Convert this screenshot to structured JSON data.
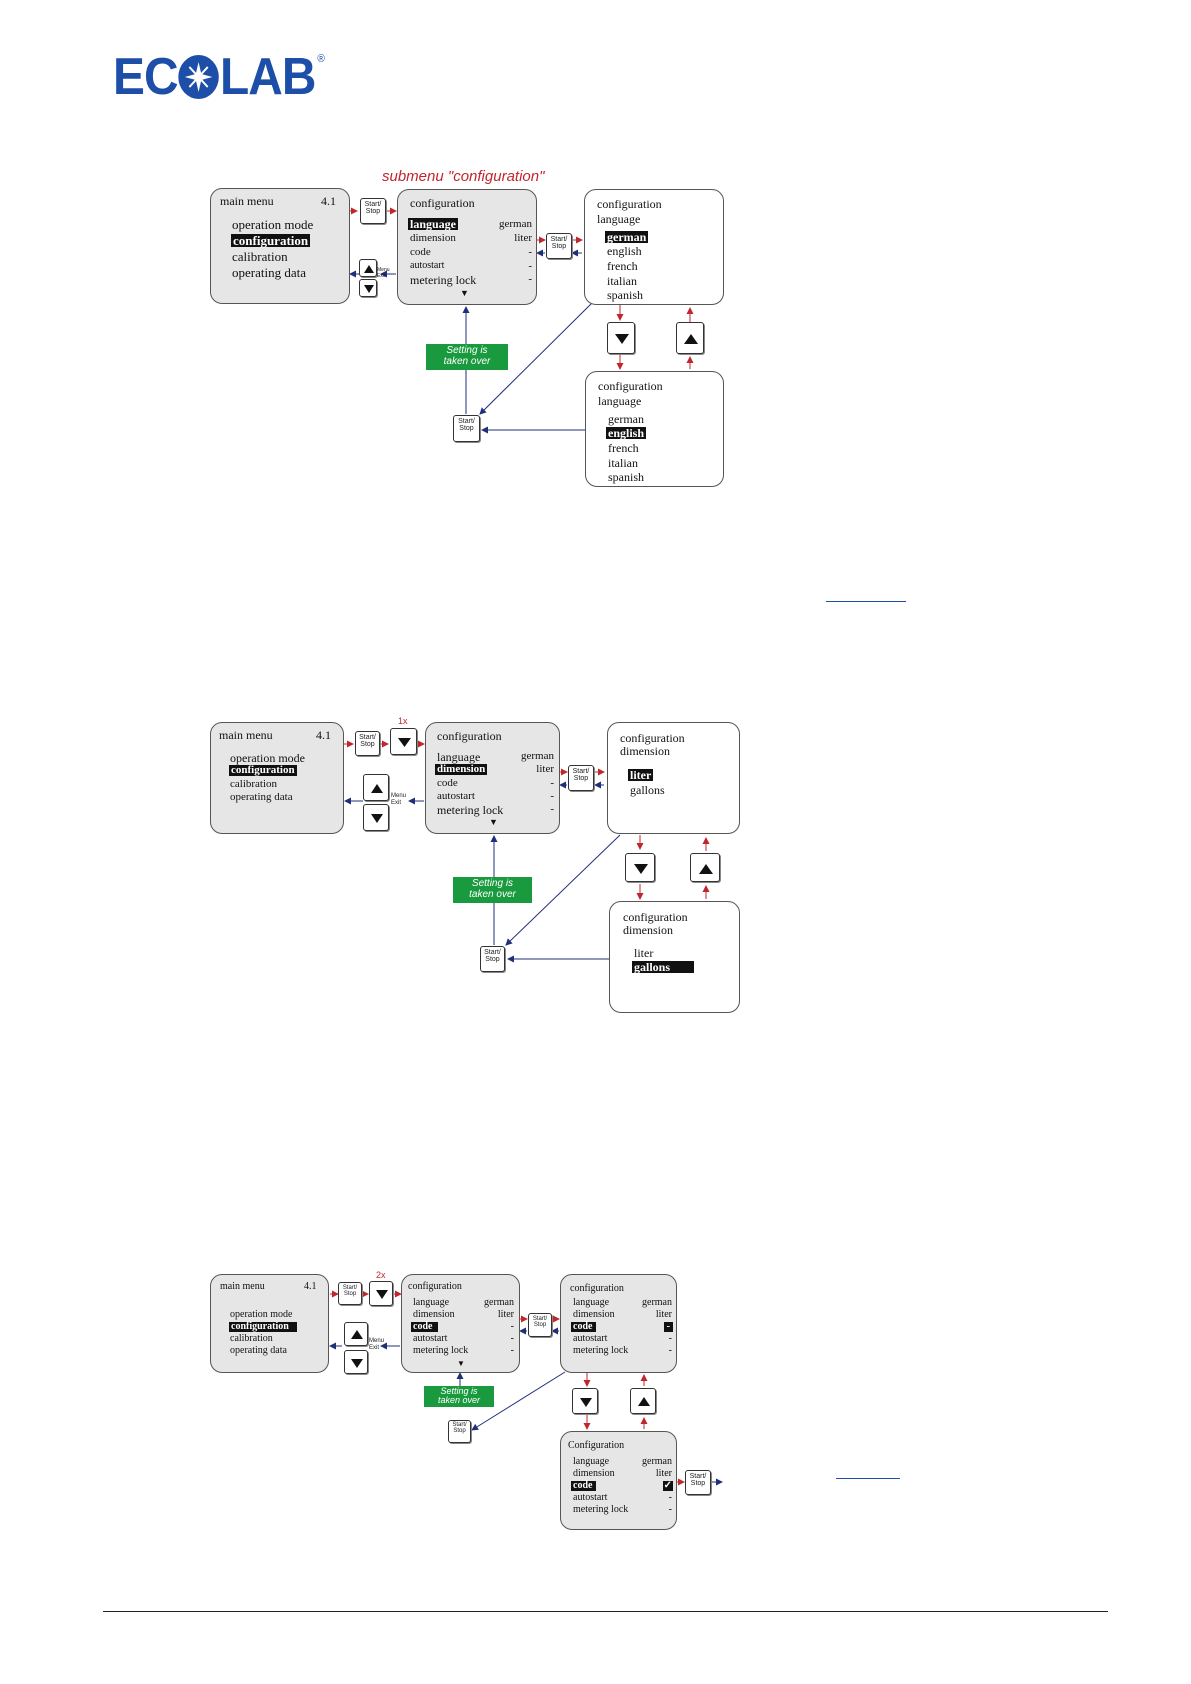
{
  "logo": {
    "text_left": "EC",
    "text_right": "LAB",
    "reg": "®"
  },
  "d1": {
    "title": "submenu \"configuration\"",
    "main": {
      "title": "main menu",
      "num": "4.1",
      "items": [
        "operation mode",
        "configuration",
        "calibration",
        "operating data"
      ]
    },
    "config": {
      "title": "configuration",
      "rows": [
        [
          "language",
          "german"
        ],
        [
          "dimension",
          "liter"
        ],
        [
          "code",
          "-"
        ],
        [
          "autostart",
          "-"
        ],
        [
          "metering lock",
          "-"
        ]
      ],
      "more": "▼"
    },
    "lang1": {
      "title": "configuration",
      "subtitle": "language",
      "items": [
        "german",
        "english",
        "french",
        "italian",
        "spanish"
      ]
    },
    "lang2": {
      "title": "configuration",
      "subtitle": "language",
      "items": [
        "german",
        "english",
        "french",
        "italian",
        "spanish"
      ]
    },
    "green": [
      "Setting is",
      "taken over"
    ]
  },
  "d2": {
    "count": "1x",
    "main": {
      "title": "main menu",
      "num": "4.1",
      "items": [
        "operation mode",
        "configuration",
        "calibration",
        "operating data"
      ]
    },
    "config": {
      "title": "configuration",
      "rows": [
        [
          "language",
          "german"
        ],
        [
          "dimension",
          "liter"
        ],
        [
          "code",
          "-"
        ],
        [
          "autostart",
          "-"
        ],
        [
          "metering lock",
          "-"
        ]
      ],
      "more": "▼"
    },
    "dim1": {
      "title": "configuration",
      "subtitle": "dimension",
      "items": [
        "liter",
        "gallons"
      ]
    },
    "dim2": {
      "title": "configuration",
      "subtitle": "dimension",
      "items": [
        "liter",
        "gallons"
      ]
    },
    "green": [
      "Setting is",
      "taken over"
    ]
  },
  "d3": {
    "count": "2x",
    "main": {
      "title": "main menu",
      "num": "4.1",
      "items": [
        "operation mode",
        "configuration",
        "calibration",
        "operating data"
      ]
    },
    "config": {
      "title": "configuration",
      "rows": [
        [
          "language",
          "german"
        ],
        [
          "dimension",
          "liter"
        ],
        [
          "code",
          "-"
        ],
        [
          "autostart",
          "-"
        ],
        [
          "metering lock",
          "-"
        ]
      ],
      "more": "▼"
    },
    "code1": {
      "title": "configuration",
      "rows": [
        [
          "language",
          "german"
        ],
        [
          "dimension",
          "liter"
        ],
        [
          "code",
          "-"
        ],
        [
          "autostart",
          "-"
        ],
        [
          "metering lock",
          "-"
        ]
      ]
    },
    "code2": {
      "title": "Configuration",
      "rows": [
        [
          "language",
          "german"
        ],
        [
          "dimension",
          "liter"
        ],
        [
          "code",
          "✓"
        ],
        [
          "autostart",
          "-"
        ],
        [
          "metering lock",
          "-"
        ]
      ]
    },
    "green": [
      "Setting is",
      "taken over"
    ]
  },
  "keys": {
    "start": [
      "Start/",
      "Stop"
    ],
    "menu": [
      "Menu",
      "Exit"
    ]
  },
  "colors": {
    "brand": "#1d4fa8",
    "red": "#c0272d",
    "green": "#1a9a3e",
    "navy": "#1f2f7a"
  }
}
